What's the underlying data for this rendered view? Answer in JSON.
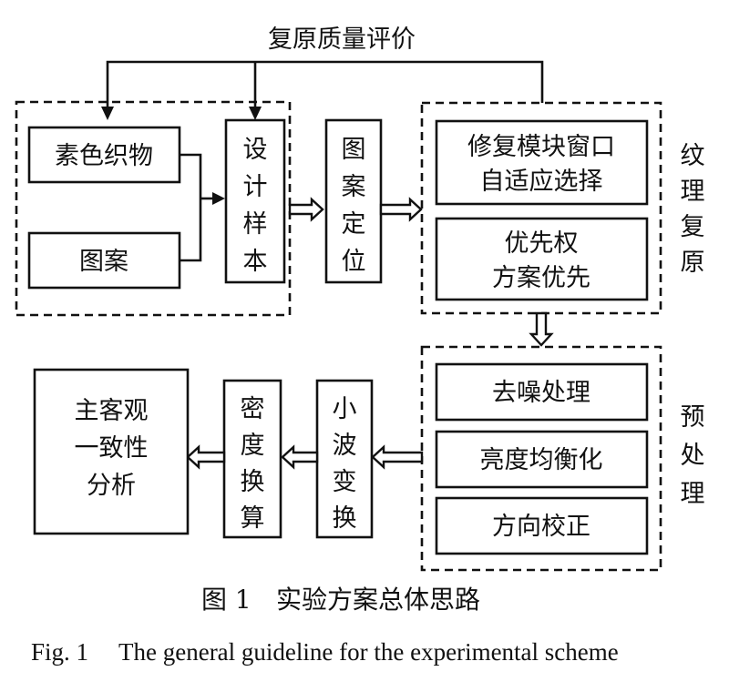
{
  "feedback_label": "复原质量评价",
  "nodes": {
    "plain_fabric": "素色织物",
    "pattern": "图案",
    "design_sample": [
      "设",
      "计",
      "样",
      "本"
    ],
    "pattern_locate": [
      "图",
      "案",
      "定",
      "位"
    ],
    "patch_window": [
      "修复模块窗口",
      "自适应选择"
    ],
    "priority": [
      "优先权",
      "方案优先"
    ],
    "denoise": "去噪处理",
    "brightness": "亮度均衡化",
    "direction": "方向校正",
    "wavelet": [
      "小",
      "波",
      "变",
      "换"
    ],
    "density": [
      "密",
      "度",
      "换",
      "算"
    ],
    "analysis": [
      "主客观",
      "一致性",
      "分析"
    ]
  },
  "groups": {
    "texture_restore": [
      "纹",
      "理",
      "复",
      "原"
    ],
    "preprocess": [
      "预",
      "处",
      "理"
    ]
  },
  "caption": {
    "cn_number": "图 1",
    "cn_title": "实验方案总体思路",
    "en_number": "Fig. 1",
    "en_title": "The general guideline for the experimental scheme"
  }
}
